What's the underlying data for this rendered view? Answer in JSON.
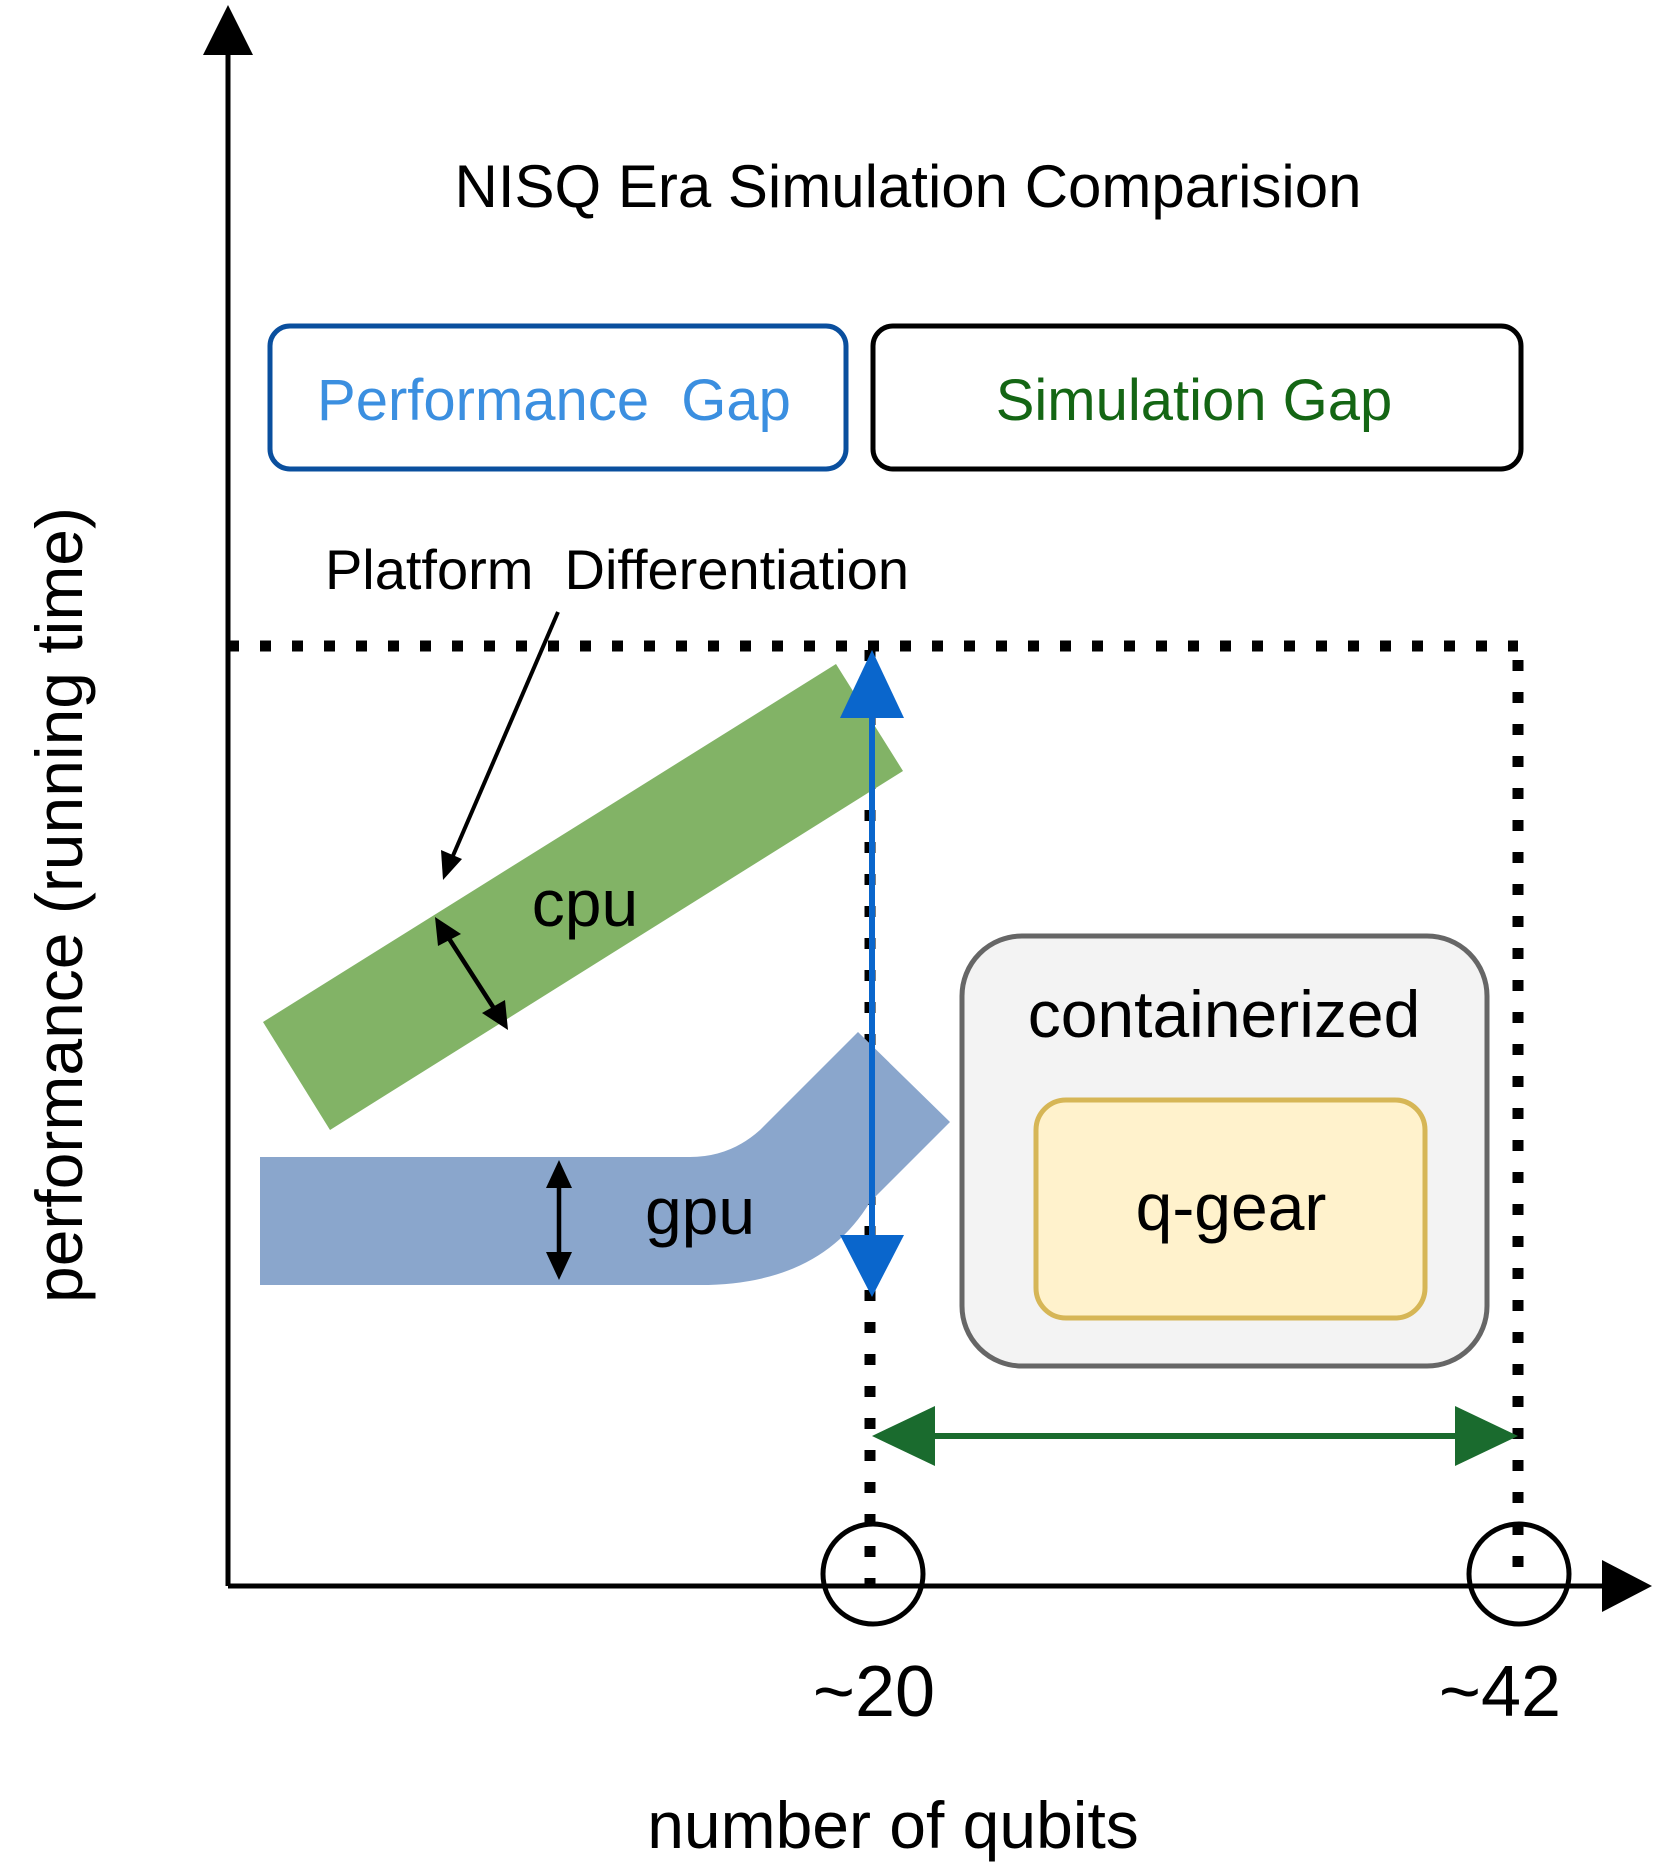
{
  "title": "NISQ Era Simulation Comparision",
  "axes": {
    "y_label": "performance (running time)",
    "x_label": "number of qubits",
    "x_ticks": [
      "~20",
      "~42"
    ]
  },
  "labels": {
    "performance_gap": "Performance  Gap",
    "simulation_gap": "Simulation Gap",
    "platform_differentiation": "Platform  Differentiation",
    "cpu": "cpu",
    "gpu": "gpu",
    "containerized": "containerized",
    "q_gear": "q-gear"
  },
  "colors": {
    "axis": "#000000",
    "performance_gap_border": "#0a4f9e",
    "performance_gap_text": "#3b8fe0",
    "simulation_gap_border": "#000000",
    "simulation_gap_text": "#146614",
    "cpu_band": "#82b366",
    "gpu_band": "#8aa6cc",
    "blue_arrow": "#0a66cc",
    "green_arrow": "#1a6b2e",
    "container_fill": "#f3f3f3",
    "container_border": "#666666",
    "qgear_fill": "#fff2cc",
    "qgear_border": "#d6b656"
  }
}
